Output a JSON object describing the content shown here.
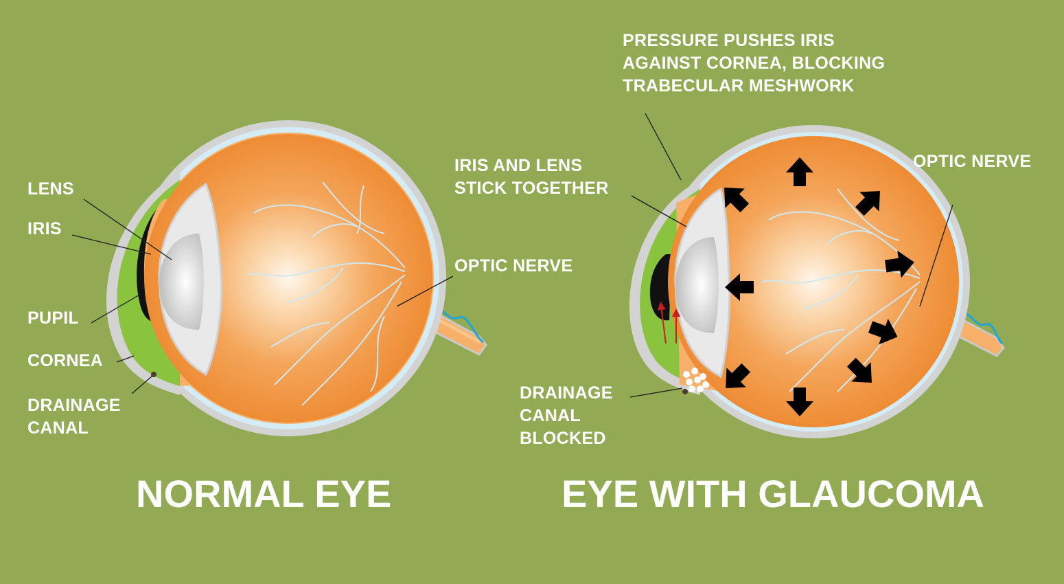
{
  "colors": {
    "background": "#93aa54",
    "sclera_outer": "#d3d3d3",
    "choroid_blue": "#d4ecf5",
    "eyeball_orange": "#f0913a",
    "eyeball_highlight": "#fff6ec",
    "cornea_green": "#8ac43f",
    "lens_gray": "#cfcfcf",
    "vessel_blue": "#cfe8f0",
    "nerve_blue": "#1ea6d6",
    "arrow_black": "#000000",
    "label_white": "#ffffff"
  },
  "normal_eye": {
    "title": "NORMAL EYE",
    "labels": {
      "lens": "LENS",
      "iris": "IRIS",
      "pupil": "PUPIL",
      "cornea": "CORNEA",
      "drainage_line1": "DRAINAGE",
      "drainage_line2": "CANAL",
      "optic_nerve": "OPTIC NERVE"
    }
  },
  "glaucoma_eye": {
    "title": "EYE WITH GLAUCOMA",
    "labels": {
      "pressure_line1": "PRESSURE PUSHES IRIS",
      "pressure_line2": "AGAINST CORNEA, BLOCKING",
      "pressure_line3": "TRABECULAR MESHWORK",
      "iris_lens_line1": "IRIS AND LENS",
      "iris_lens_line2": "STICK TOGETHER",
      "optic_nerve": "OPTIC NERVE",
      "drainage_line1": "DRAINAGE",
      "drainage_line2": "CANAL",
      "drainage_line3": "BLOCKED"
    }
  }
}
